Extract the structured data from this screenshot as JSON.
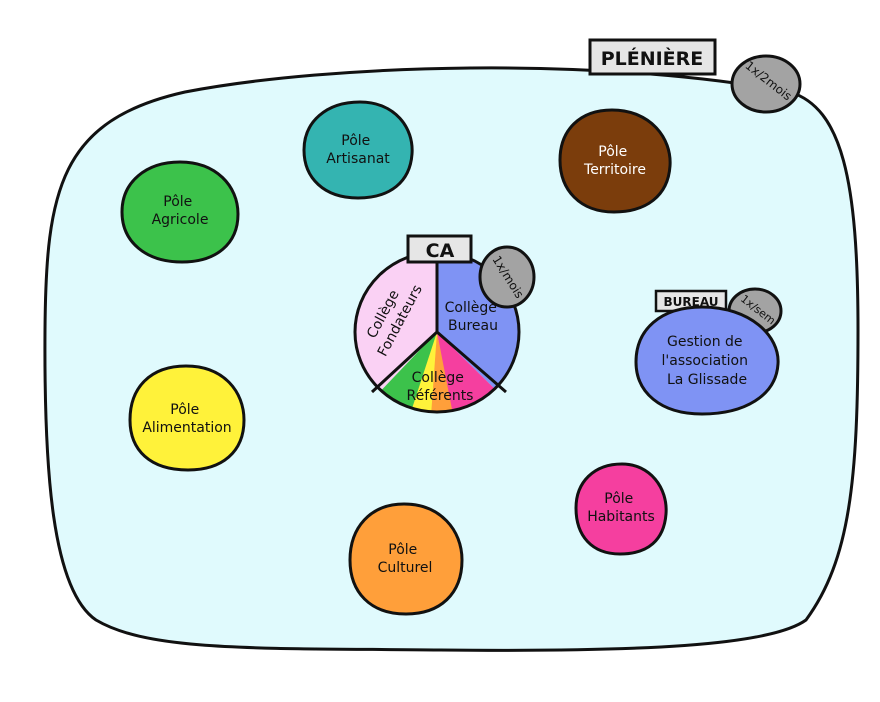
{
  "pleniere": {
    "label": "PLÉNIÈRE",
    "frequency": "1x/2mois"
  },
  "ca": {
    "label": "CA",
    "frequency": "1x/mois",
    "college_fondateurs": [
      "Collège",
      "Fondateurs"
    ],
    "college_bureau": [
      "Collège",
      "Bureau"
    ],
    "college_referents": [
      "Collège",
      "Référents"
    ]
  },
  "bureau": {
    "label": "BUREAU",
    "frequency": "1x/sem",
    "text": [
      "Gestion de",
      "l'association",
      "La Glissade"
    ]
  },
  "poles": {
    "artisanat": [
      "Pôle",
      "Artisanat"
    ],
    "territoire": [
      "Pôle",
      "Territoire"
    ],
    "agricole": [
      "Pôle",
      "Agricole"
    ],
    "alimentation": [
      "Pôle",
      "Alimentation"
    ],
    "culturel": [
      "Pôle",
      "Culturel"
    ],
    "habitants": [
      "Pôle",
      "Habitants"
    ]
  },
  "colors": {
    "background": "#e0fafd",
    "outline": "#111111",
    "grey": "#a3a3a3",
    "tag": "#e6e6e6",
    "artisanat": "#34b4b1",
    "territoire": "#7b3d0c",
    "agricole": "#3cc24b",
    "alimentation": "#fff23a",
    "culturel": "#ff9f3a",
    "habitants": "#f53f9f",
    "bureau": "#7f93f4",
    "fondateurs": "#fad1f4",
    "ca_bureau": "#7f93f4"
  }
}
